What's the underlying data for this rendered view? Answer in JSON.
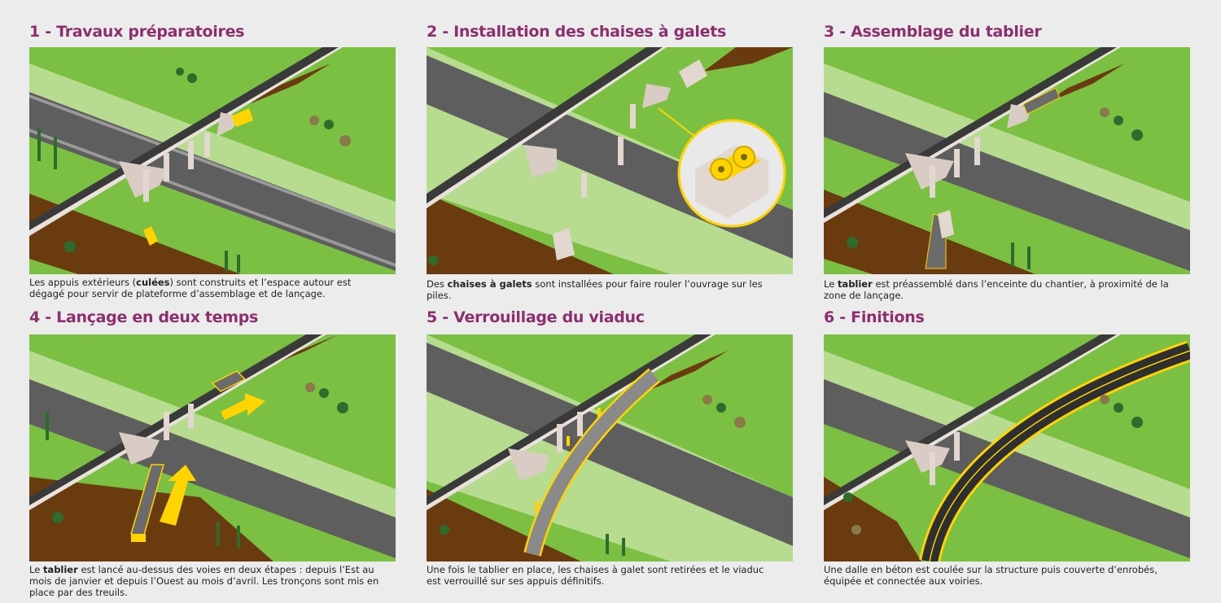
{
  "steps": [
    {
      "title": "1 - Travaux préparatoires",
      "caption": [
        {
          "t": "Les appuis extérieurs (",
          "b": false
        },
        {
          "t": "culées",
          "b": true
        },
        {
          "t": ") sont construits et l’espace autour est dégagé pour servir de plateforme d’assemblage et de lançage.",
          "b": false
        }
      ]
    },
    {
      "title": "2 - Installation des chaises à galets",
      "caption": [
        {
          "t": "Des ",
          "b": false
        },
        {
          "t": "chaises à galets",
          "b": true
        },
        {
          "t": " sont installées pour faire rouler l’ouvrage sur les piles.",
          "b": false
        }
      ]
    },
    {
      "title": "3 - Assemblage du tablier",
      "caption": [
        {
          "t": "Le ",
          "b": false
        },
        {
          "t": "tablier",
          "b": true
        },
        {
          "t": " est préassemblé dans l’enceinte du chantier, à proximité de la zone de lançage.",
          "b": false
        }
      ]
    },
    {
      "title": "4 - Lançage en deux temps",
      "caption": [
        {
          "t": "Le ",
          "b": false
        },
        {
          "t": "tablier",
          "b": true
        },
        {
          "t": " est lancé au-dessus des voies en deux étapes : depuis l’Est au mois de janvier et depuis l’Ouest au mois d’avril. Les tronçons sont mis en place par des treuils.",
          "b": false
        }
      ]
    },
    {
      "title": "5 - Verrouillage du viaduc",
      "caption": [
        {
          "t": "Une fois le tablier en place, les chaises à galet sont retirées et le viaduc est verrouillé sur ses appuis définitifs.",
          "b": false
        }
      ]
    },
    {
      "title": "6 - Finitions",
      "caption": [
        {
          "t": "Une dalle en béton est coulée sur la structure puis couverte d’enrobés, équipée et connectée aux voiries.",
          "b": false
        }
      ]
    }
  ],
  "colors": {
    "title": "#8c2f6f",
    "grass": "#7cc043",
    "grass_light": "#b7dc8f",
    "track": "#5a5a5a",
    "soil": "#6b3b10",
    "highlight": "#ffd400",
    "concrete": "#d8ccc4"
  }
}
